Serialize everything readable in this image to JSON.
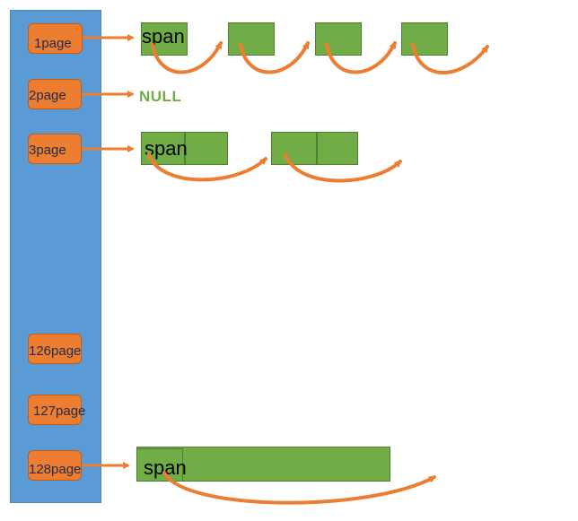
{
  "buckets": [
    {
      "label": "1page"
    },
    {
      "label": "2page",
      "empty_label": "NULL"
    },
    {
      "label": "3page"
    },
    {
      "label": "126page"
    },
    {
      "label": "127page"
    },
    {
      "label": "128page"
    }
  ],
  "span_label": "span",
  "colors": {
    "bucket_column": "#5b9bd5",
    "page_box": "#ed7d31",
    "span_block": "#70ad47",
    "arrow": "#ed7d31",
    "null_text": "#70ad47"
  }
}
